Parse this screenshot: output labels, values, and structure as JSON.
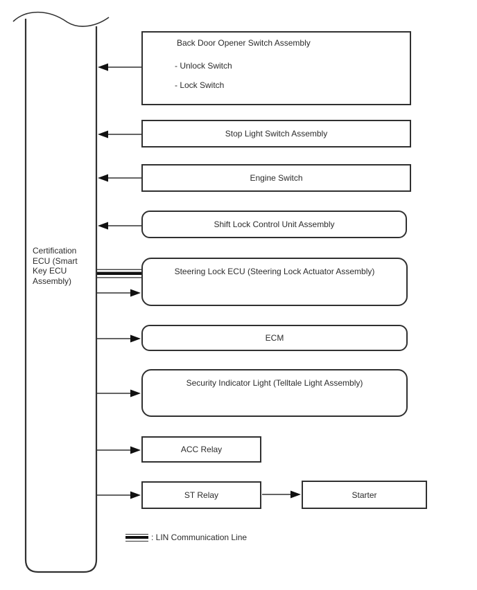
{
  "page": {
    "background_color": "#ffffff",
    "line_color": "#303030",
    "text_color": "#2b2b2b"
  },
  "ecu": {
    "label": "Certification ECU (Smart Key ECU Assembly)"
  },
  "boxes": {
    "back_door": {
      "title": "Back Door Opener Switch Assembly",
      "items": [
        "- Unlock Switch",
        "- Lock Switch"
      ],
      "connection": "input-to-ecu"
    },
    "stop_light": {
      "label": "Stop Light Switch Assembly",
      "connection": "input-to-ecu"
    },
    "engine_switch": {
      "label": "Engine Switch",
      "connection": "input-to-ecu"
    },
    "shift_lock": {
      "label": "Shift Lock Control Unit Assembly",
      "connection": "input-to-ecu"
    },
    "steering_lock": {
      "label": "Steering Lock ECU (Steering Lock Actuator Assembly)",
      "connection": "lin-line and output-from-ecu"
    },
    "ecm": {
      "label": "ECM",
      "connection": "output-from-ecu"
    },
    "security_indicator": {
      "label": "Security Indicator Light (Telltale Light Assembly)",
      "connection": "output-from-ecu"
    },
    "acc_relay": {
      "label": "ACC Relay",
      "connection": "output-from-ecu"
    },
    "st_relay": {
      "label": "ST Relay",
      "connection": "output-from-ecu"
    },
    "starter": {
      "label": "Starter",
      "connection": "output-from-st-relay"
    }
  },
  "legend": {
    "lin_label": ": LIN Communication Line"
  }
}
